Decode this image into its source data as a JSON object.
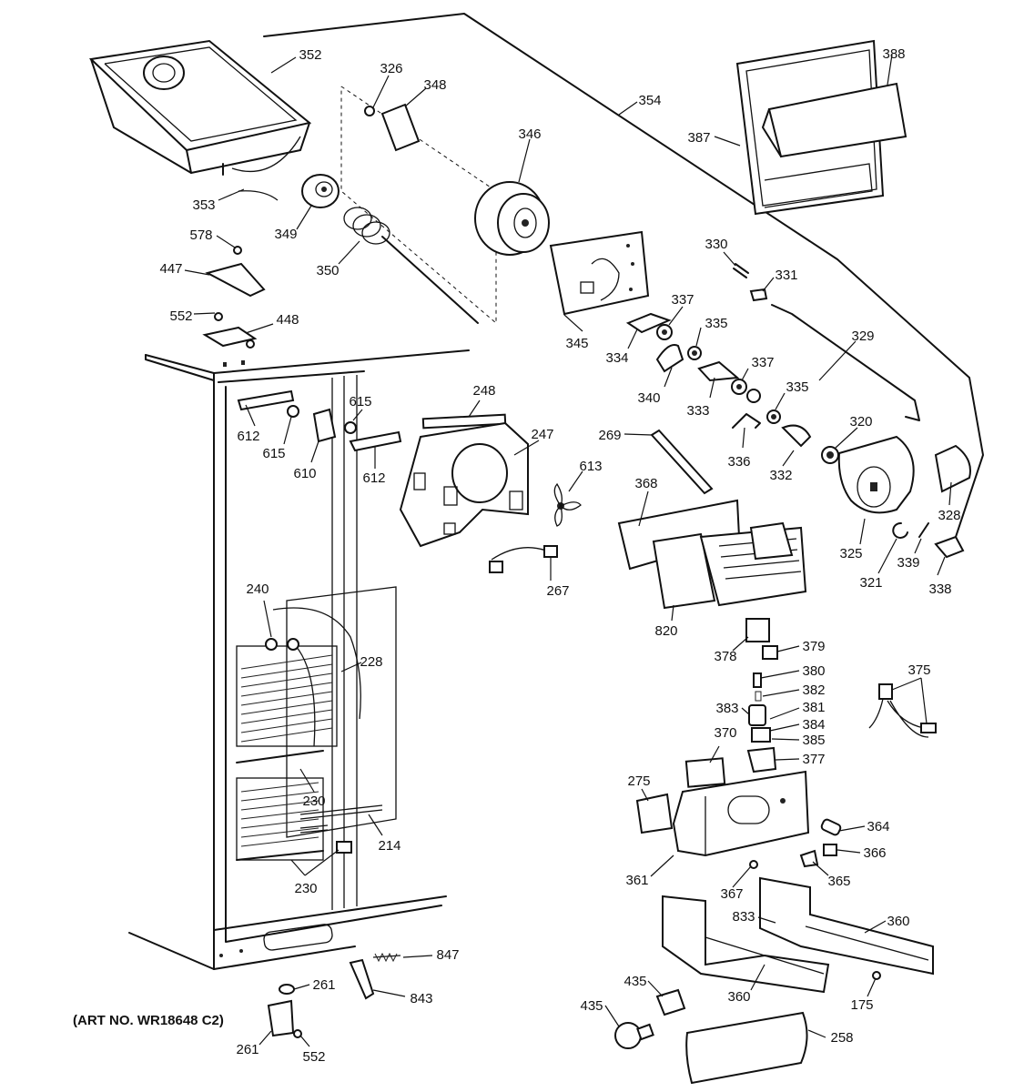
{
  "art_number": "(ART NO. WR18648 C2)",
  "callouts": [
    "352",
    "326",
    "348",
    "346",
    "354",
    "388",
    "387",
    "353",
    "349",
    "350",
    "578",
    "447",
    "552",
    "448",
    "345",
    "330",
    "331",
    "337",
    "334",
    "335",
    "329",
    "340",
    "333",
    "337",
    "335",
    "336",
    "332",
    "320",
    "328",
    "325",
    "321",
    "339",
    "338",
    "615",
    "612",
    "615",
    "610",
    "612",
    "248",
    "247",
    "613",
    "269",
    "368",
    "267",
    "820",
    "240",
    "228",
    "378",
    "379",
    "380",
    "382",
    "383",
    "381",
    "384",
    "385",
    "377",
    "375",
    "370",
    "275",
    "364",
    "361",
    "366",
    "365",
    "367",
    "230",
    "214",
    "230",
    "833",
    "360",
    "360",
    "175",
    "847",
    "261",
    "843",
    "435",
    "435",
    "258",
    "261",
    "552"
  ]
}
